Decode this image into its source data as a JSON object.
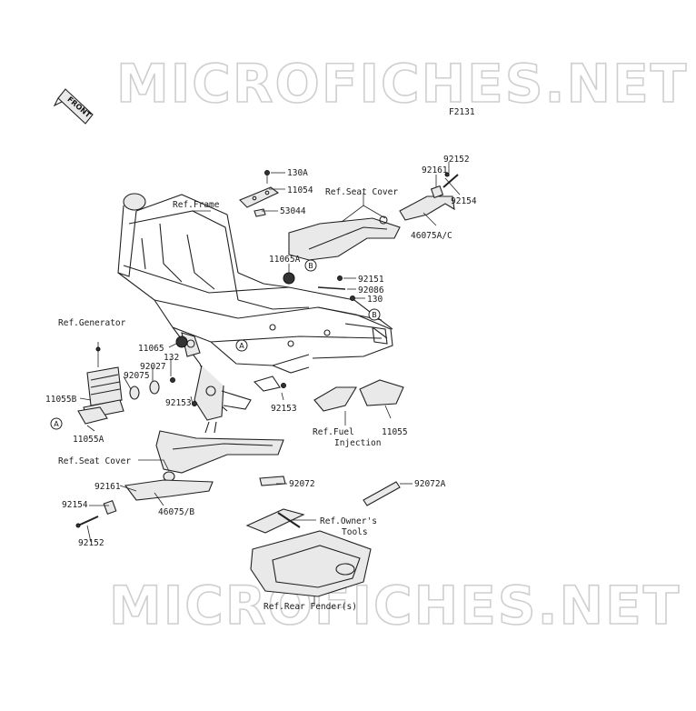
{
  "figure_code": "F2131",
  "watermark": "MICROFICHES.NET",
  "front_label": "FRONT",
  "callouts": {
    "A": "A",
    "B": "B"
  },
  "labels": {
    "130A": "130A",
    "11054": "11054",
    "53044": "53044",
    "11065A": "11065A",
    "ref_frame": "Ref.Frame",
    "ref_seat_cover_top": "Ref.Seat Cover",
    "92152_top": "92152",
    "92161_top": "92161",
    "92154_top": "92154",
    "46075A_C": "46075A/C",
    "92151": "92151",
    "92086": "92086",
    "130": "130",
    "ref_generator": "Ref.Generator",
    "11065": "11065",
    "132": "132",
    "92027": "92027",
    "92075": "92075",
    "11055B": "11055B",
    "92153_left": "92153",
    "92153_mid": "92153",
    "11055A": "11055A",
    "ref_fuel_injection_1": "Ref.Fuel",
    "ref_fuel_injection_2": "Injection",
    "11055": "11055",
    "ref_seat_cover_bottom": "Ref.Seat Cover",
    "92161_bottom": "92161",
    "92154_bottom": "92154",
    "92152_bottom": "92152",
    "46075_B": "46075/B",
    "92072": "92072",
    "92072A": "92072A",
    "ref_owners_tools_1": "Ref.Owner's",
    "ref_owners_tools_2": "Tools",
    "ref_rear_fender": "Ref.Rear Fender(s)"
  },
  "colors": {
    "line": "#222222",
    "watermark": "#cfcfcf"
  }
}
